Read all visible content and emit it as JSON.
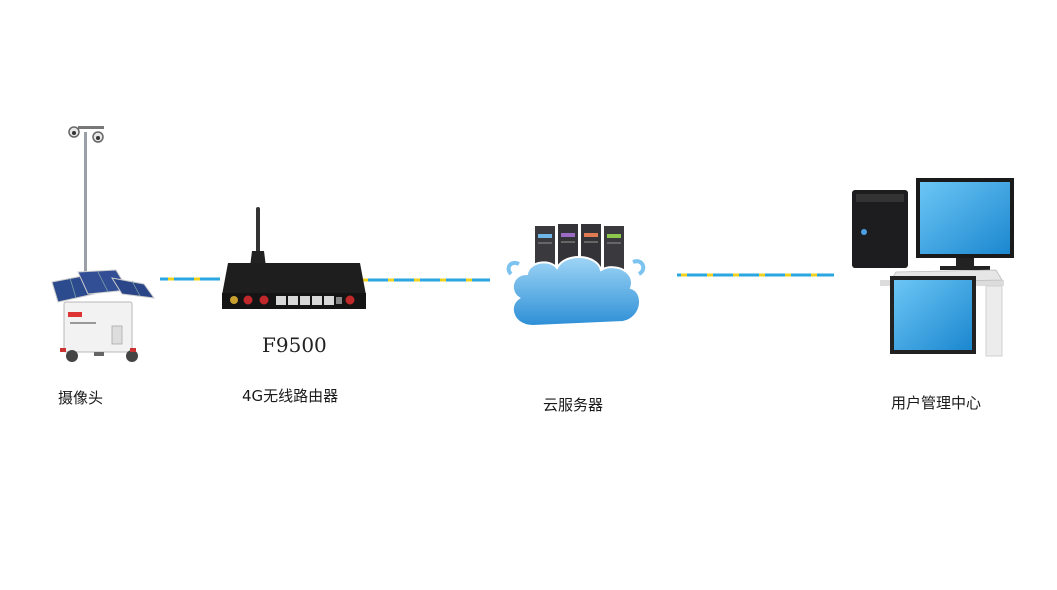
{
  "nodes": [
    {
      "id": "camera",
      "label": "摄像头",
      "icon": "solar-camera-tower-icon"
    },
    {
      "id": "router",
      "label": "4G无线路由器",
      "model": "F9500",
      "icon": "4g-router-icon"
    },
    {
      "id": "cloud",
      "label": "云服务器",
      "icon": "cloud-server-icon"
    },
    {
      "id": "user",
      "label": "用户管理中心",
      "icon": "computer-workstation-icon"
    }
  ],
  "colors": {
    "link_blue": "#2aa6e0",
    "link_yellow": "#f0d21e",
    "cloud_blue": "#2d8fd6",
    "screen_blue": "#2fa3e6"
  }
}
